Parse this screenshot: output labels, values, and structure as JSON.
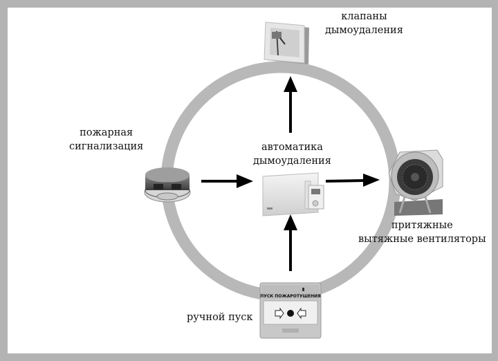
{
  "diagram": {
    "title": "",
    "center": {
      "label_lines": [
        "автоматика",
        "дымоудаления"
      ],
      "icon": "control-panel"
    },
    "nodes": [
      {
        "id": "valves",
        "label_lines": [
          "клапаны",
          "дымоудаления"
        ],
        "icon": "smoke-valve"
      },
      {
        "id": "fire-alarm",
        "label_lines": [
          "пожарная",
          "сигнализация"
        ],
        "icon": "smoke-detector"
      },
      {
        "id": "fans",
        "label_lines": [
          "притяжные",
          "вытяжные вентиляторы"
        ],
        "icon": "centrifugal-fan"
      },
      {
        "id": "manual-start",
        "label_lines": [
          "ручной пуск"
        ],
        "icon": "manual-call-point"
      }
    ],
    "manual_call_point_text": "ПУСК ПОЖАРОТУШЕНИЯ",
    "edges": [
      {
        "from": "fire-alarm",
        "to": "center"
      },
      {
        "from": "manual-start",
        "to": "center"
      },
      {
        "from": "center",
        "to": "valves"
      },
      {
        "from": "center",
        "to": "fans"
      }
    ],
    "colors": {
      "ring": "#b8b8b8",
      "frame": "#b3b3b3",
      "arrow": "#000000",
      "background": "#ffffff"
    }
  }
}
